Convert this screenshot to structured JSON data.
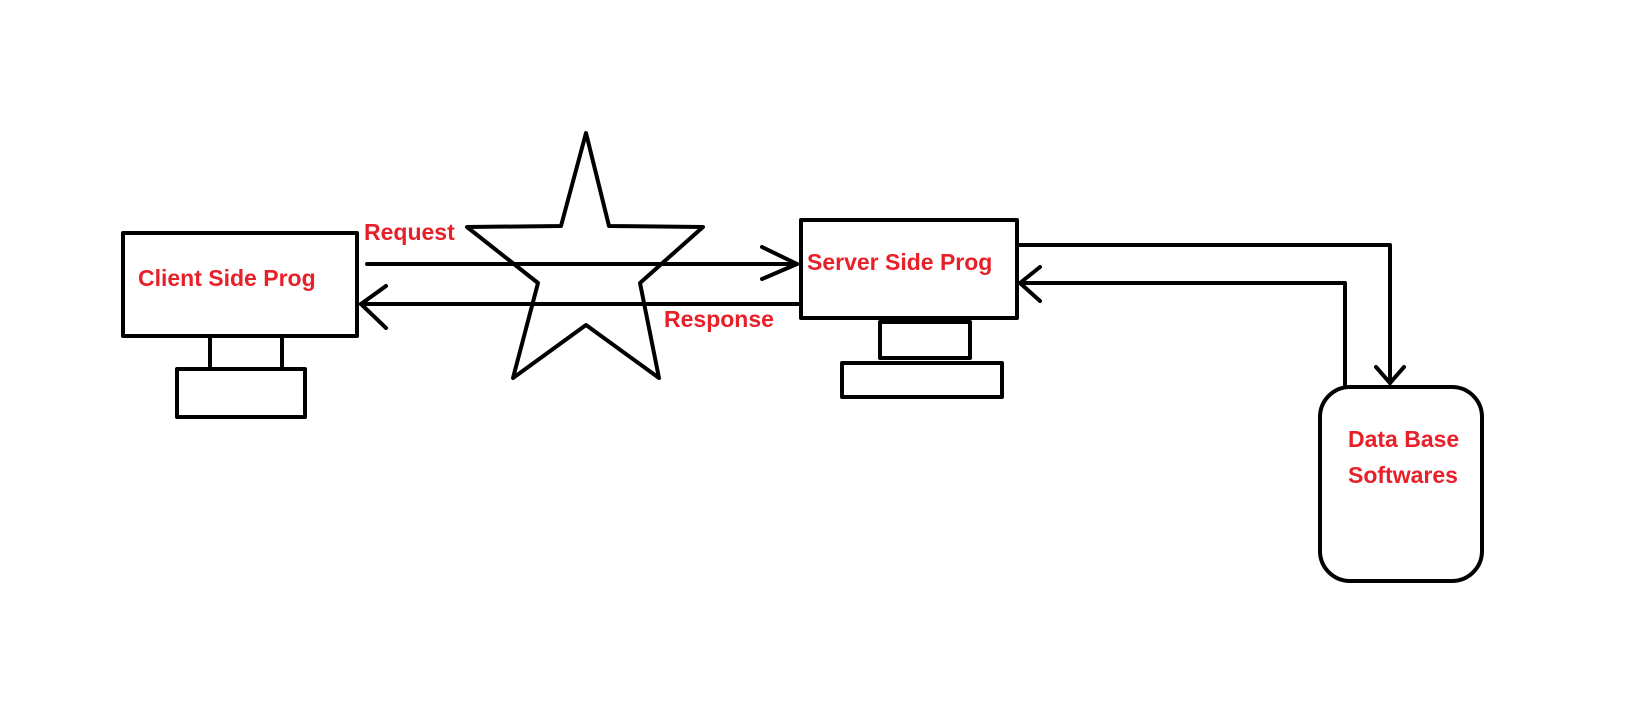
{
  "colors": {
    "stroke": "#000000",
    "label": "#e8202a",
    "background": "#ffffff"
  },
  "diagram": {
    "client": {
      "label": "Client Side Prog"
    },
    "server": {
      "label": "Server Side Prog"
    },
    "database": {
      "label_line1": "Data Base",
      "label_line2": "Softwares"
    },
    "request": {
      "label": "Request"
    },
    "response": {
      "label": "Response"
    },
    "network_icon": "star-icon"
  }
}
